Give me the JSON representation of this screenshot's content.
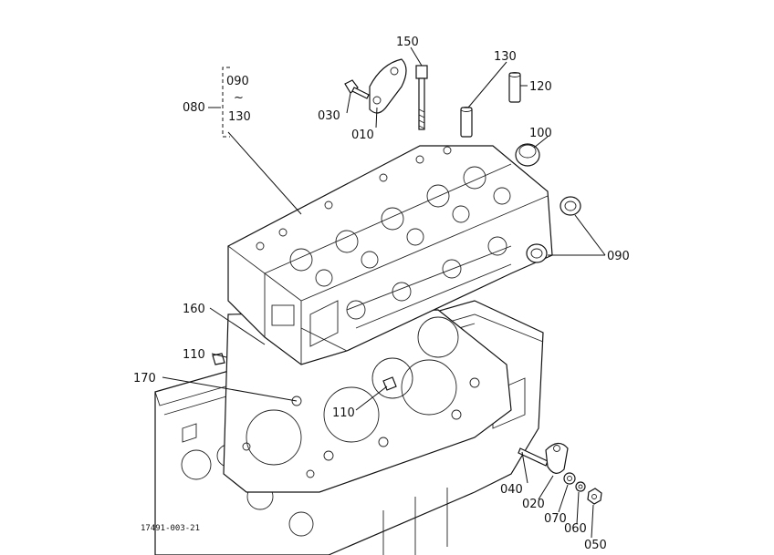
{
  "labels": {
    "p150": "150",
    "p130_top": "130",
    "p120": "120",
    "p090_bracket": "090",
    "p130_bracket": "130",
    "tilde": "~",
    "p080": "080",
    "p030": "030",
    "p010": "010",
    "p100": "100",
    "p090_right": "090",
    "p160": "160",
    "p110_left": "110",
    "p170": "170",
    "p110_center": "110",
    "p040": "040",
    "p020": "020",
    "p070": "070",
    "p060": "060",
    "p050": "050"
  },
  "figure_code": "17491-003-21"
}
